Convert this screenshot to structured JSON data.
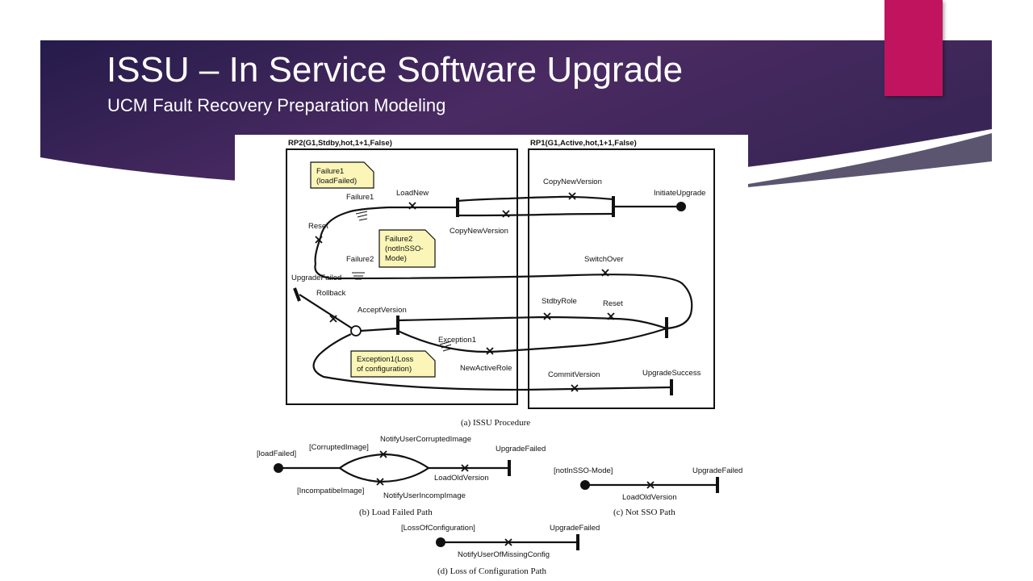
{
  "slide": {
    "title": "ISSU – In Service Software Upgrade",
    "subtitle": "UCM Fault Recovery Preparation Modeling",
    "colors": {
      "banner_dark": "#251b4a",
      "banner_mid": "#4a2a62",
      "accent": "#c0145f",
      "note_fill": "#fbf6b8"
    }
  },
  "diagram": {
    "rp2": "RP2(G1,Stdby,hot,1+1,False)",
    "rp1": "RP1(G1,Active,hot,1+1,False)",
    "labels": {
      "failure1_note_l1": "Failure1",
      "failure1_note_l2": "(loadFailed)",
      "failure1": "Failure1",
      "loadnew": "LoadNew",
      "copynewversion_top": "CopyNewVersion",
      "initiateupgrade": "InitiateUpgrade",
      "reset_left": "Reset",
      "copynewversion_mid": "CopyNewVersion",
      "failure2_note_l1": "Failure2",
      "failure2_note_l2": "(notInSSO-",
      "failure2_note_l3": "Mode)",
      "failure2": "Failure2",
      "switchover": "SwitchOver",
      "upgradefailed_main": "UpgradeFailed",
      "rollback": "Rollback",
      "acceptversion": "AcceptVersion",
      "stdbyrole": "StdbyRole",
      "reset_right": "Reset",
      "exception1": "Exception1",
      "exception1_note_l1": "Exception1(Loss",
      "exception1_note_l2": "of configuration)",
      "newactiverole": "NewActiveRole",
      "commitversion": "CommitVersion",
      "upgradesuccess": "UpgradeSuccess"
    },
    "caption_a": "(a) ISSU Procedure",
    "b": {
      "start": "[loadFailed]",
      "corrupted": "[CorruptedImage]",
      "notify_corrupted": "NotifyUserCorruptedImage",
      "upgradefailed": "UpgradeFailed",
      "loadoldversion": "LoadOldVersion",
      "incompatible": "[IncompatibeImage]",
      "notify_incomp": "NotifyUserIncompImage",
      "caption": "(b) Load Failed Path"
    },
    "c": {
      "start": "[notInSSO-Mode]",
      "upgradefailed": "UpgradeFailed",
      "loadoldversion": "LoadOldVersion",
      "caption": "(c) Not SSO Path"
    },
    "d": {
      "start": "[LossOfConfiguration]",
      "upgradefailed": "UpgradeFailed",
      "notify": "NotifyUserOfMissingConfig",
      "caption": "(d) Loss of Configuration Path"
    }
  }
}
